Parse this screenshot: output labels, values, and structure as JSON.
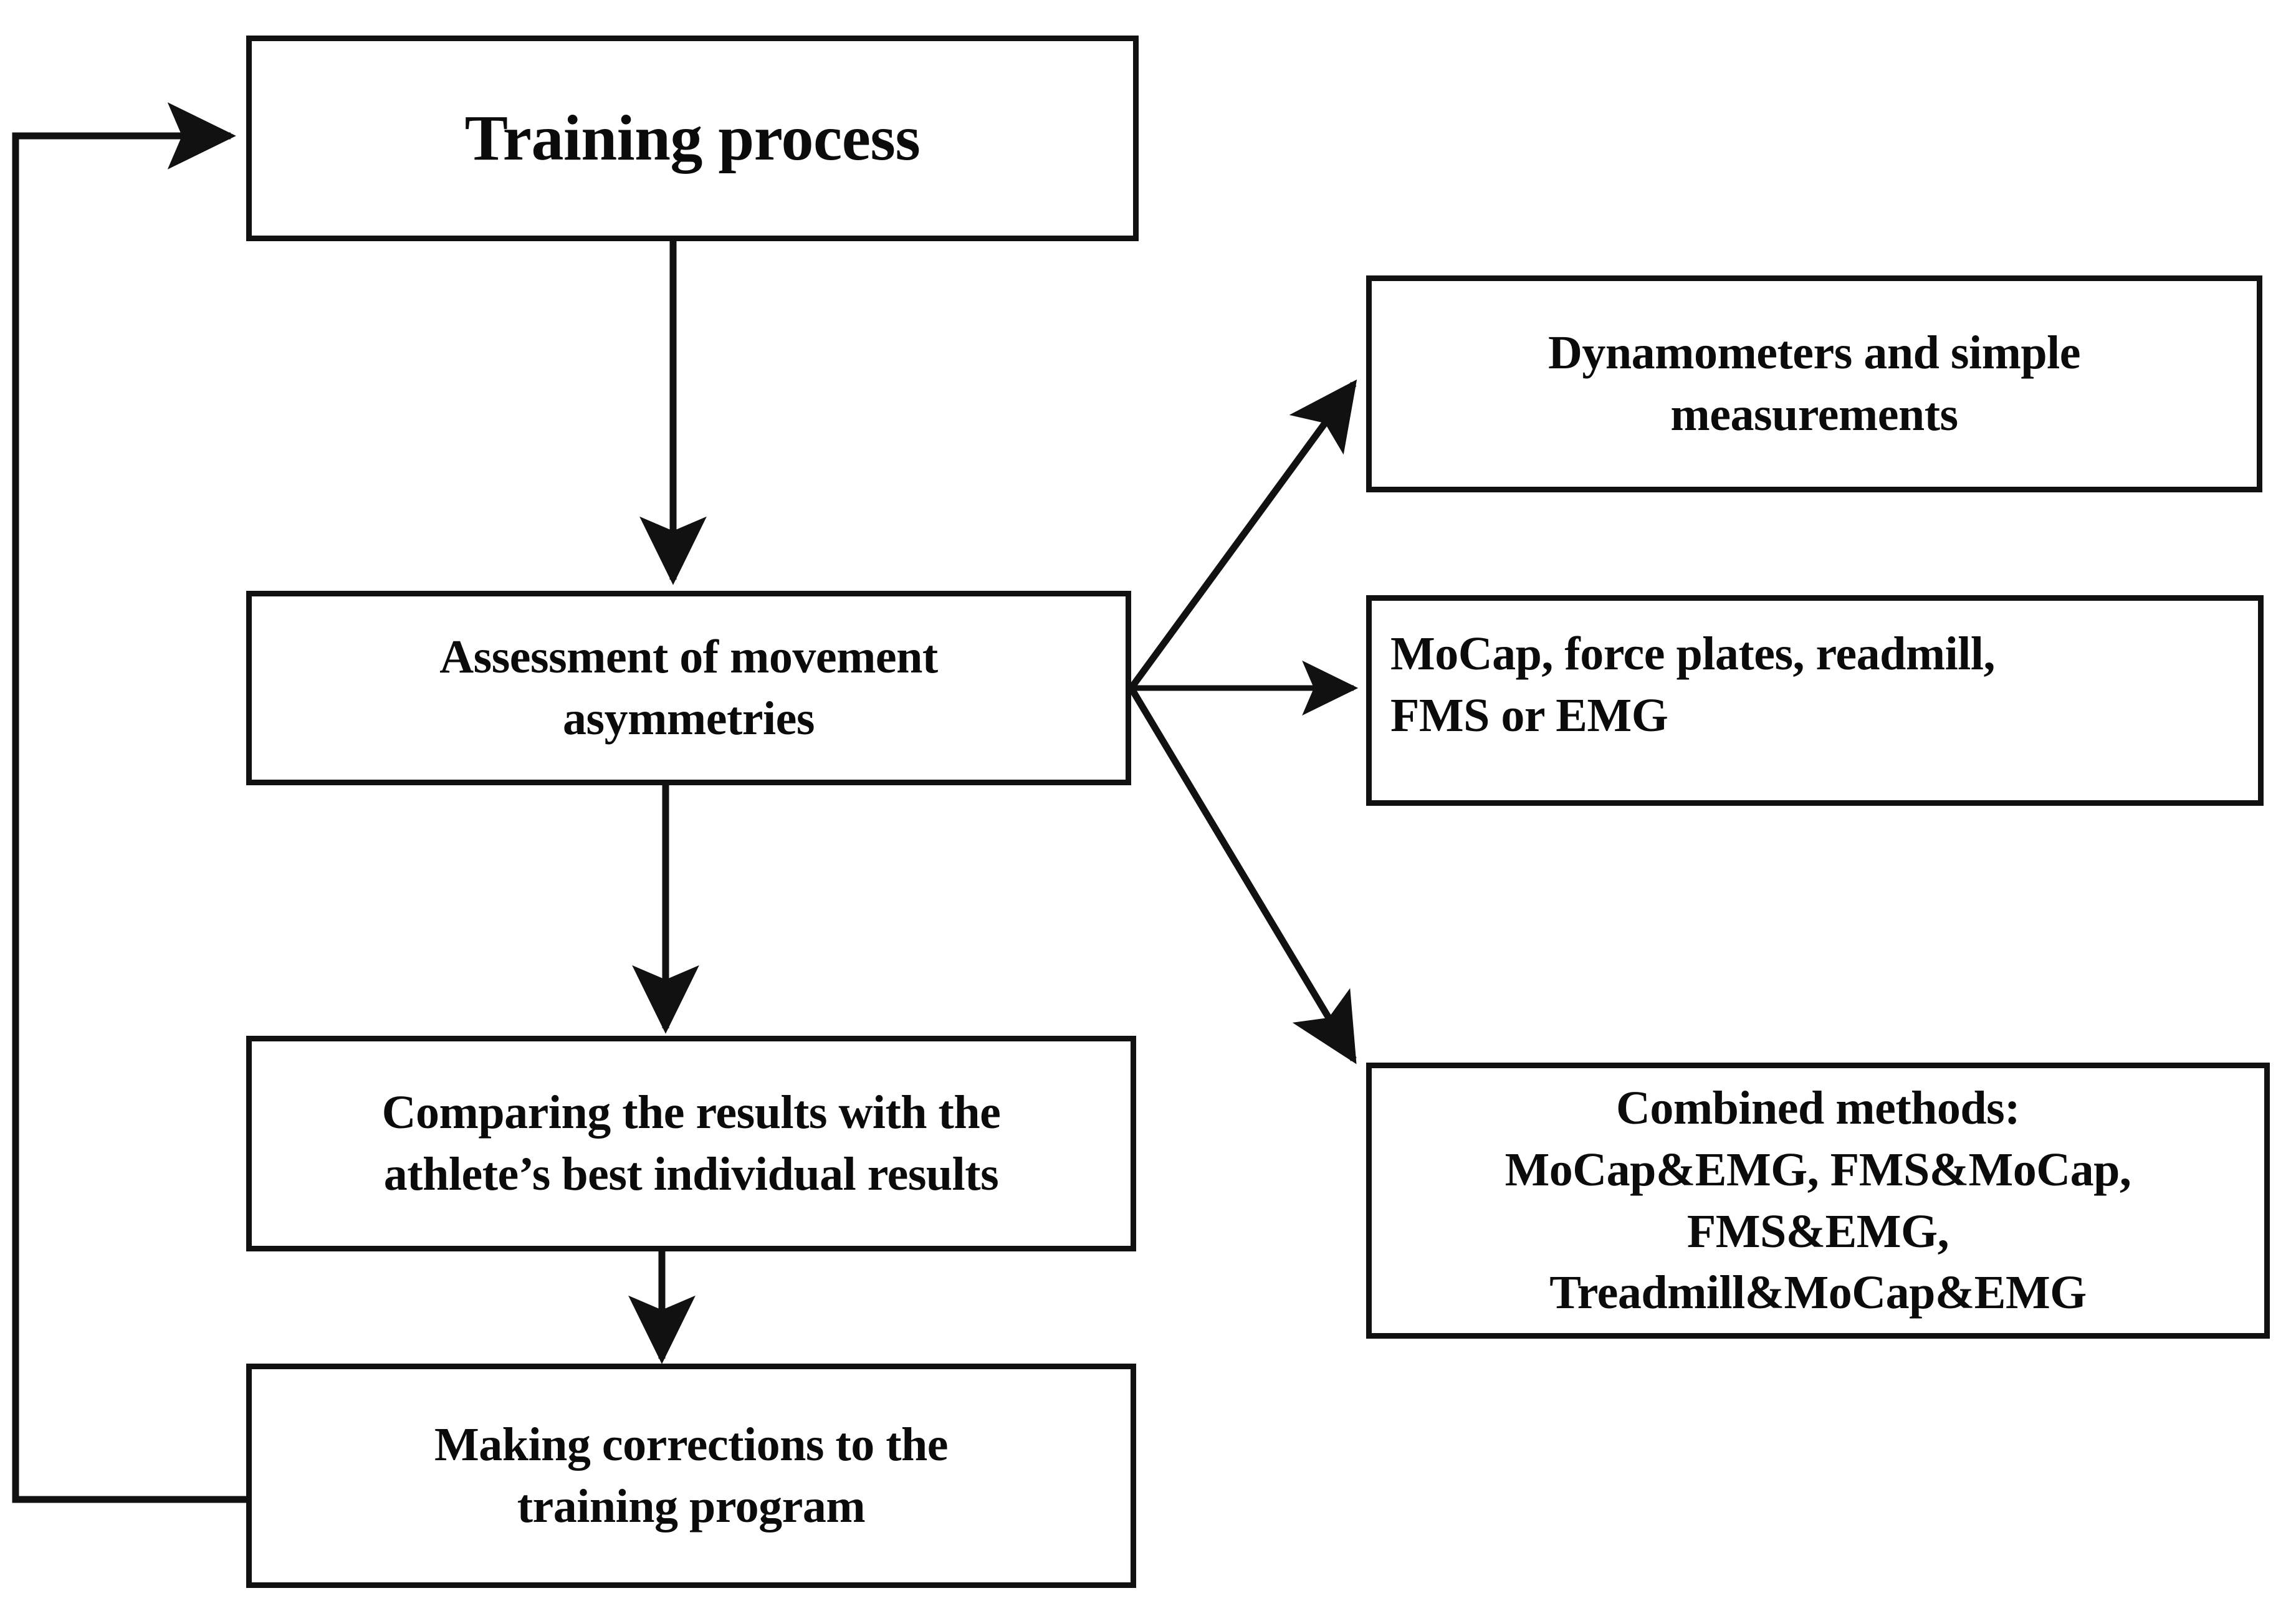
{
  "diagram": {
    "title": "Training process assessment flowchart",
    "stroke_color": "#111111",
    "fill_color": "#ffffff",
    "text_color": "#0b0b0b",
    "nodes": {
      "training": {
        "label": "Training process"
      },
      "assessment": {
        "label": "Assessment of movement\nasymmetries"
      },
      "comparing": {
        "label": "Comparing the results with the\nathlete’s best individual results"
      },
      "corrections": {
        "label": "Making corrections to the\ntraining program"
      },
      "dynamometers": {
        "label": "Dynamometers and simple\nmeasurements"
      },
      "mocap": {
        "label": "MoCap, force plates, readmill,\nFMS or EMG"
      },
      "combined": {
        "label": "Combined methods:\nMoCap&EMG, FMS&MoCap,\nFMS&EMG,\nTreadmill&MoCap&EMG"
      }
    },
    "edges": [
      {
        "name": "training-to-assessment",
        "from": "training",
        "to": "assessment",
        "style": "straight-down"
      },
      {
        "name": "assessment-to-comparing",
        "from": "assessment",
        "to": "comparing",
        "style": "straight-down"
      },
      {
        "name": "comparing-to-corrections",
        "from": "comparing",
        "to": "corrections",
        "style": "straight-down"
      },
      {
        "name": "corrections-to-training-feedback",
        "from": "corrections",
        "to": "training",
        "style": "left-loop"
      },
      {
        "name": "assessment-to-dynamometers",
        "from": "assessment",
        "to": "dynamometers",
        "style": "diagonal-up-right"
      },
      {
        "name": "assessment-to-mocap",
        "from": "assessment",
        "to": "mocap",
        "style": "straight-right"
      },
      {
        "name": "assessment-to-combined",
        "from": "assessment",
        "to": "combined",
        "style": "diagonal-down-right"
      }
    ]
  }
}
